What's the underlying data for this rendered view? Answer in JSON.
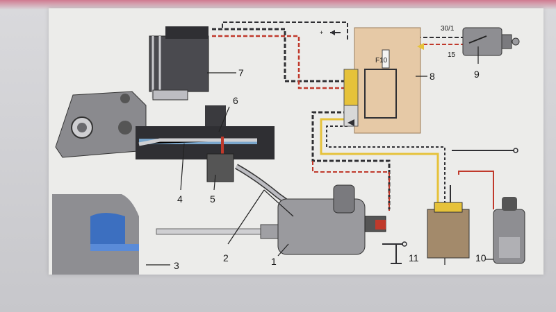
{
  "diagram": {
    "labels": {
      "n1": "1",
      "n2": "2",
      "n3": "3",
      "n4": "4",
      "n5": "5",
      "n6": "6",
      "n7": "7",
      "n8": "8",
      "n9": "9",
      "n10": "10",
      "n11": "11"
    },
    "fuse": "F10",
    "terminal_30_1": "30/1",
    "terminal_15": "15",
    "plus_sign": "+"
  },
  "colors": {
    "wire_dark": "#2f2f33",
    "wire_yellow": "#e6c23a",
    "wire_red": "#c0392b",
    "relay_box": "#e6c9a6",
    "leader": "#222222"
  }
}
